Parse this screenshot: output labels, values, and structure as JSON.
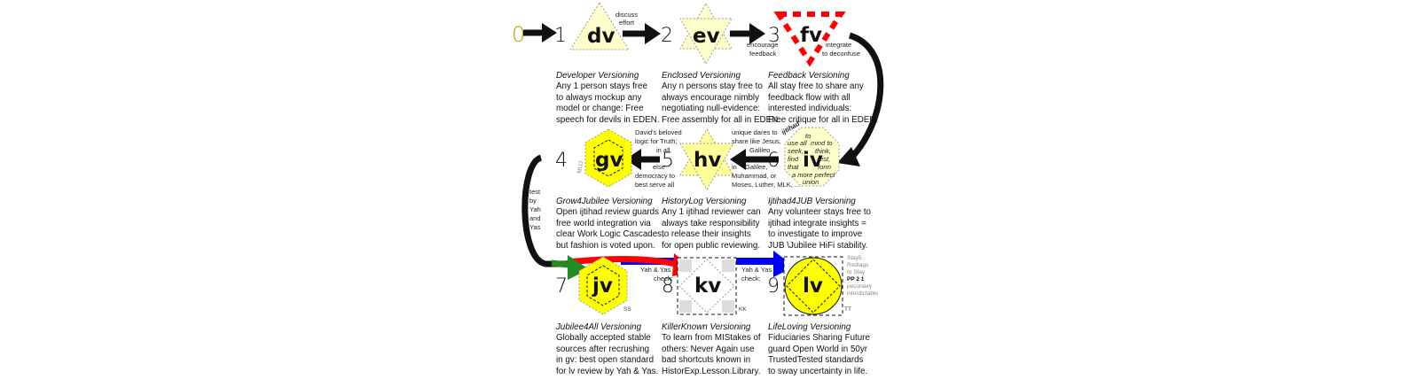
{
  "stages": [
    {
      "num": "1",
      "code": "dv",
      "note": [
        "discuss",
        "effort"
      ],
      "title": "Developer Versioning",
      "lines": [
        "Any 1 person stays free",
        "to always mockup any",
        "model or change: Free",
        "speech for devils in EDEN."
      ]
    },
    {
      "num": "2",
      "code": "ev",
      "note": [
        "encourage",
        "feedback"
      ],
      "title": "Enclosed Versioning",
      "lines": [
        "Any n persons stay free to",
        "always encourage nimbly",
        "negotiating null-evidence:",
        "Free assembly for all in EDEN."
      ]
    },
    {
      "num": "3",
      "code": "fv",
      "note": [
        "integrate",
        "to deconfuse"
      ],
      "title": "Feedback Versioning",
      "lines": [
        "All stay free to share any",
        "feedback flow with all",
        "interested individuals:",
        "Free critique for all in EDEN."
      ]
    },
    {
      "num": "4",
      "code": "gv",
      "note": [
        "test",
        "by",
        "Yah",
        "and",
        "Yas"
      ],
      "title": "Grow4Jubilee Versioning",
      "lines": [
        "Open ijtihad review guards",
        "free world integration via",
        "clear Work Logic Cascades,",
        "but fashion is voted upon."
      ]
    },
    {
      "num": "5",
      "code": "hv",
      "note": [
        "David's beloved",
        "logic for Truth;",
        "in all",
        "else",
        "democracy to",
        "best serve all"
      ],
      "title": "HistoryLog Versioning",
      "lines": [
        "Any 1 ijtihad reviewer can",
        "always take responsibility",
        "to release their insights",
        "for open public reviewing."
      ]
    },
    {
      "num": "6",
      "code": "iv",
      "note": [
        "unique dares to",
        "share like Jesus,",
        "Galileo",
        "in",
        "Galilee,",
        "Muhammad, or",
        "Moses, Luther, MLK, ..."
      ],
      "title": "Ijtihad4JUB Versioning",
      "lines": [
        "Any volunteer stays free to",
        "ijtihad integrate insights =",
        "to investigate to improve",
        "JUB \\Jubilee HiFi stability."
      ]
    },
    {
      "num": "7",
      "code": "jv",
      "note": [
        "SS"
      ],
      "title": "Jubilee4All Versioning",
      "lines": [
        "Globally accepted stable",
        "sources after recrushing",
        "in gv: best open standard",
        "for lv review by Yah & Yas."
      ]
    },
    {
      "num": "8",
      "code": "kv",
      "note": [
        "Yah & Yas",
        "check:",
        "KK"
      ],
      "title": "KillerKnown Versioning",
      "lines": [
        "To learn from MIStakes of",
        "others: Never Again use",
        "bad shortcuts known in",
        "HistorExp.Lesson.Library."
      ]
    },
    {
      "num": "9",
      "code": "lv",
      "note": [
        "Yah & Yas",
        "check:",
        "TT"
      ],
      "title": "LifeLoving Versioning",
      "lines": [
        "Fiduciaries Sharing Future",
        "guard Open World in 50yr",
        "TrustedTested standards",
        "to sway uncertainty in life."
      ]
    }
  ],
  "start_label": "0",
  "iv_inner": [
    "ijtihad",
    "to",
    "use all",
    "mind to",
    "seek,",
    "think,",
    "find",
    "test,",
    "that",
    "form",
    "a more perfect",
    "union"
  ],
  "gv_side": "MIJJ",
  "lv_side": [
    "Stay5",
    "Rodtags",
    "to  Stay",
    "PP 2 1",
    "pecuniary",
    "interdictable"
  ],
  "colors": {
    "accent_yellow": "#ffff00",
    "pale_yellow": "#ffffcc",
    "arrow_red": "#ff0000",
    "arrow_blue": "#0000ff",
    "arrow_green": "#228b22",
    "dark": "#111111"
  }
}
